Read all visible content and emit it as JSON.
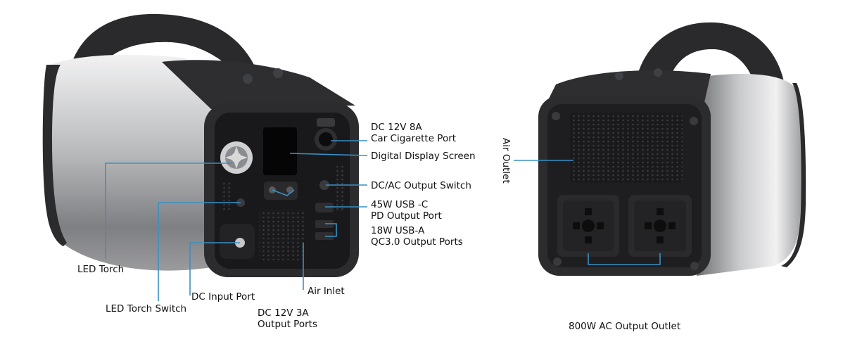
{
  "labels": {
    "dc_car_port": [
      "DC 12V 8A",
      "Car Cigarette Port"
    ],
    "display": "Digital Display Screen",
    "dc_ac_switch": "DC/AC Output Switch",
    "usb_c": [
      "45W USB -C",
      "PD Output Port"
    ],
    "usb_a": [
      "18W USB-A",
      "QC3.0 Output Ports"
    ],
    "led_torch": "LED Torch",
    "led_torch_switch": "LED Torch Switch",
    "dc_input": "DC Input Port",
    "air_inlet": "Air Inlet",
    "dc_3a": [
      "DC 12V 3A",
      "Output Ports"
    ],
    "air_outlet": "Air Outlet",
    "ac_outlet": "800W AC Output Outlet"
  },
  "colors": {
    "leader": "#3a8fc4",
    "body_dark": "#2b2b2e",
    "panel": "#1c1c1e",
    "metal_light": "#e9e9ea",
    "metal_dark": "#8d8e90"
  }
}
